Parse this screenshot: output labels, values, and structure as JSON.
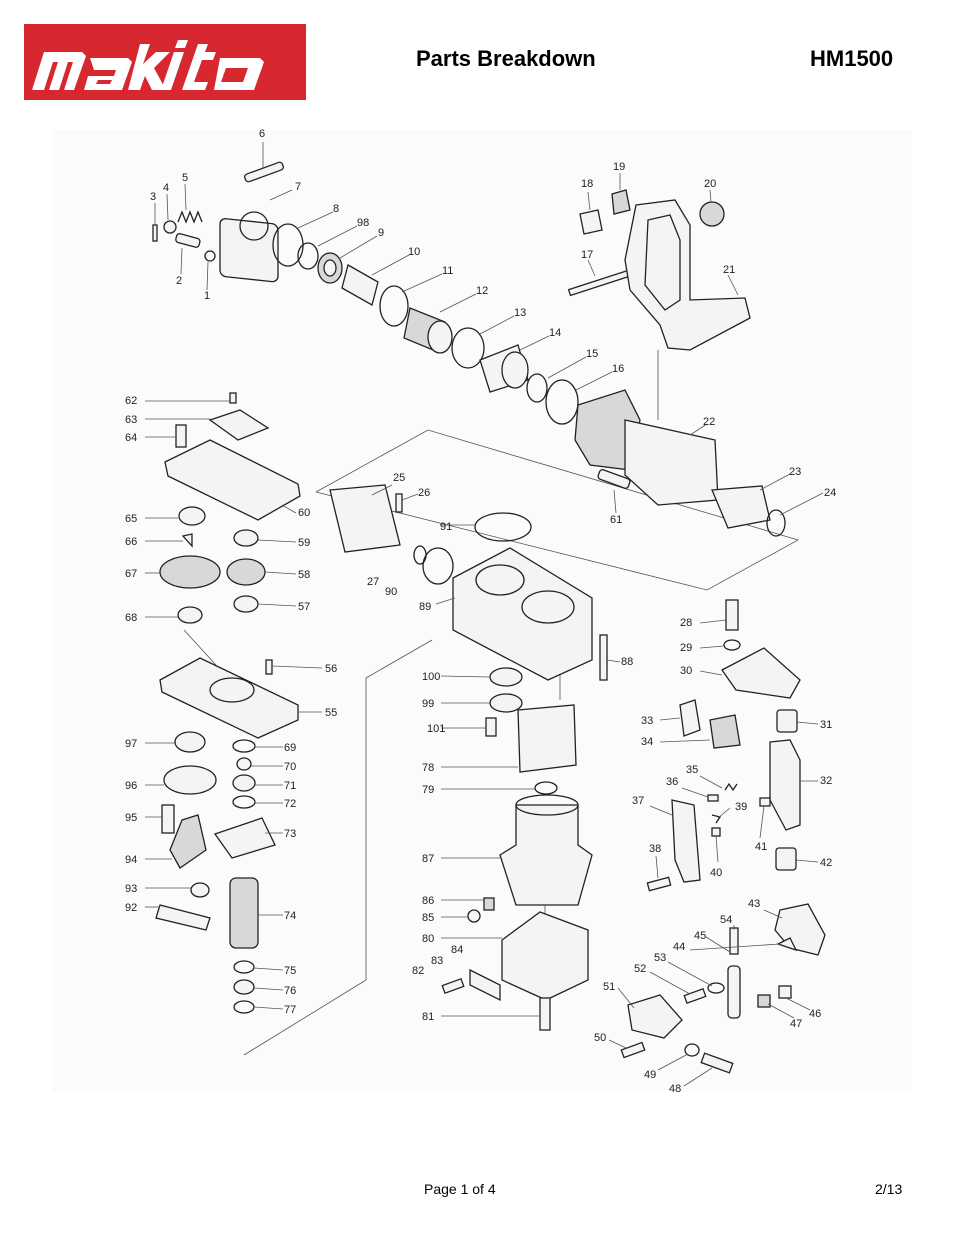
{
  "header": {
    "brand": "makita",
    "title": "Parts Breakdown",
    "model": "HM1500"
  },
  "colors": {
    "brand_red": "#d8282f",
    "line": "#222222"
  },
  "diagram": {
    "labels": [
      "1",
      "2",
      "3",
      "4",
      "5",
      "6",
      "7",
      "8",
      "98",
      "9",
      "10",
      "11",
      "12",
      "13",
      "14",
      "15",
      "16",
      "17",
      "18",
      "19",
      "20",
      "21",
      "22",
      "23",
      "24",
      "25",
      "26",
      "27",
      "90",
      "89",
      "91",
      "28",
      "29",
      "30",
      "31",
      "32",
      "33",
      "34",
      "35",
      "36",
      "37",
      "38",
      "39",
      "40",
      "41",
      "42",
      "43",
      "44",
      "45",
      "46",
      "47",
      "48",
      "49",
      "50",
      "51",
      "52",
      "53",
      "54",
      "55",
      "56",
      "57",
      "58",
      "59",
      "60",
      "61",
      "62",
      "63",
      "64",
      "65",
      "66",
      "67",
      "68",
      "69",
      "70",
      "71",
      "72",
      "73",
      "74",
      "75",
      "76",
      "77",
      "78",
      "79",
      "80",
      "81",
      "82",
      "83",
      "84",
      "85",
      "86",
      "87",
      "88",
      "92",
      "93",
      "94",
      "95",
      "96",
      "97",
      "99",
      "100",
      "101"
    ]
  },
  "footer": {
    "page": "Page 1 of 4",
    "date": "2/13"
  }
}
